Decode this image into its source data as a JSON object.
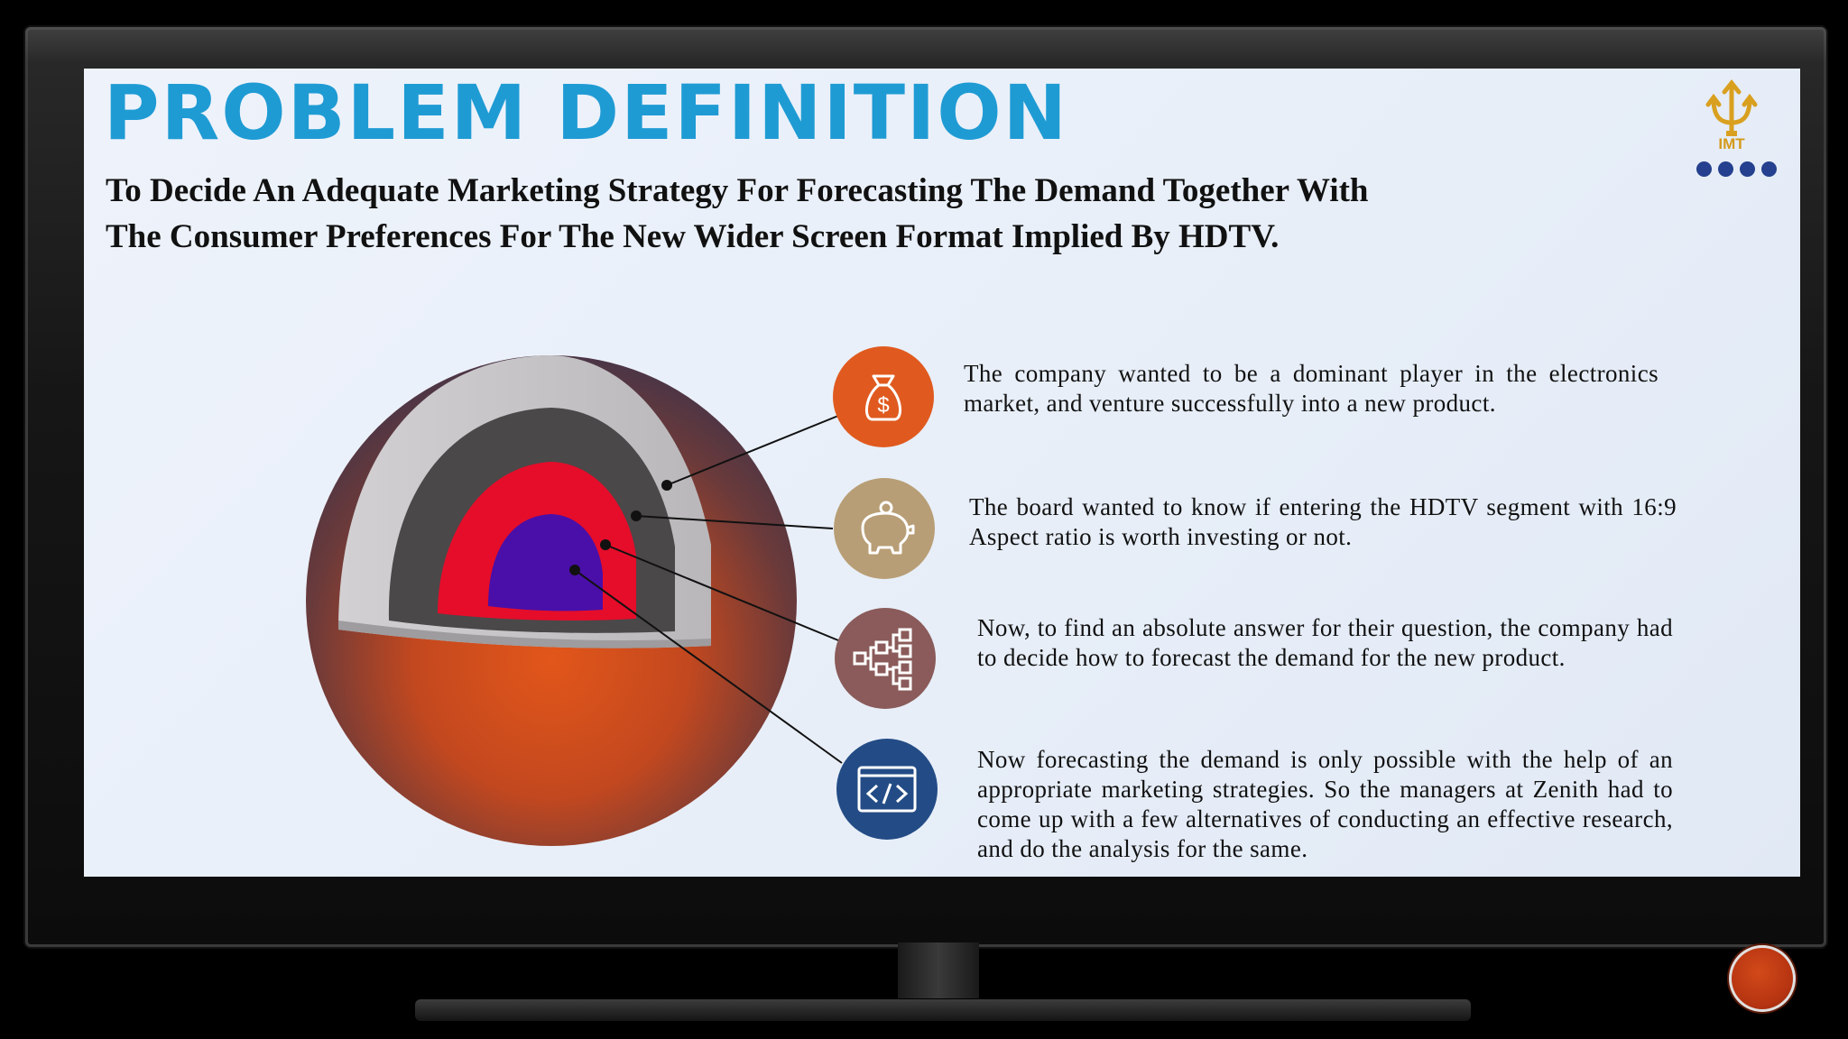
{
  "slide": {
    "title": "PROBLEM DEFINITION",
    "subtitle_line1": "To Decide An Adequate Marketing Strategy For Forecasting The Demand Together With",
    "subtitle_line2": "The Consumer Preferences For The New Wider Screen Format Implied By HDTV.",
    "logo_text": "IMT",
    "logo_dot_count": 4
  },
  "points": [
    {
      "icon": "money-bag-icon",
      "color": "#e05a1f",
      "text": "The company wanted to be a dominant player in the electronics market, and venture successfully into a new product."
    },
    {
      "icon": "piggy-bank-icon",
      "color": "#b89e76",
      "text": "The board wanted to know if entering the HDTV segment with 16:9 Aspect ratio is worth investing or not."
    },
    {
      "icon": "hierarchy-icon",
      "color": "#8a5b5a",
      "text": "Now, to find an absolute answer for their question, the company had to decide how to forecast the demand for the new product."
    },
    {
      "icon": "code-icon",
      "color": "#234c86",
      "text": "Now forecasting the demand is only possible with the help of an appropriate marketing strategies. So the managers at Zenith had to come up with a few alternatives of conducting an effective research, and do the analysis for the same."
    }
  ],
  "colors": {
    "title": "#1f9bd4",
    "sphere_outer": "#e2561a",
    "crust": "#c8c6c8",
    "mantle": "#4a4849",
    "outer_core": "#e50d2a",
    "inner_core": "#4a0fa8"
  }
}
